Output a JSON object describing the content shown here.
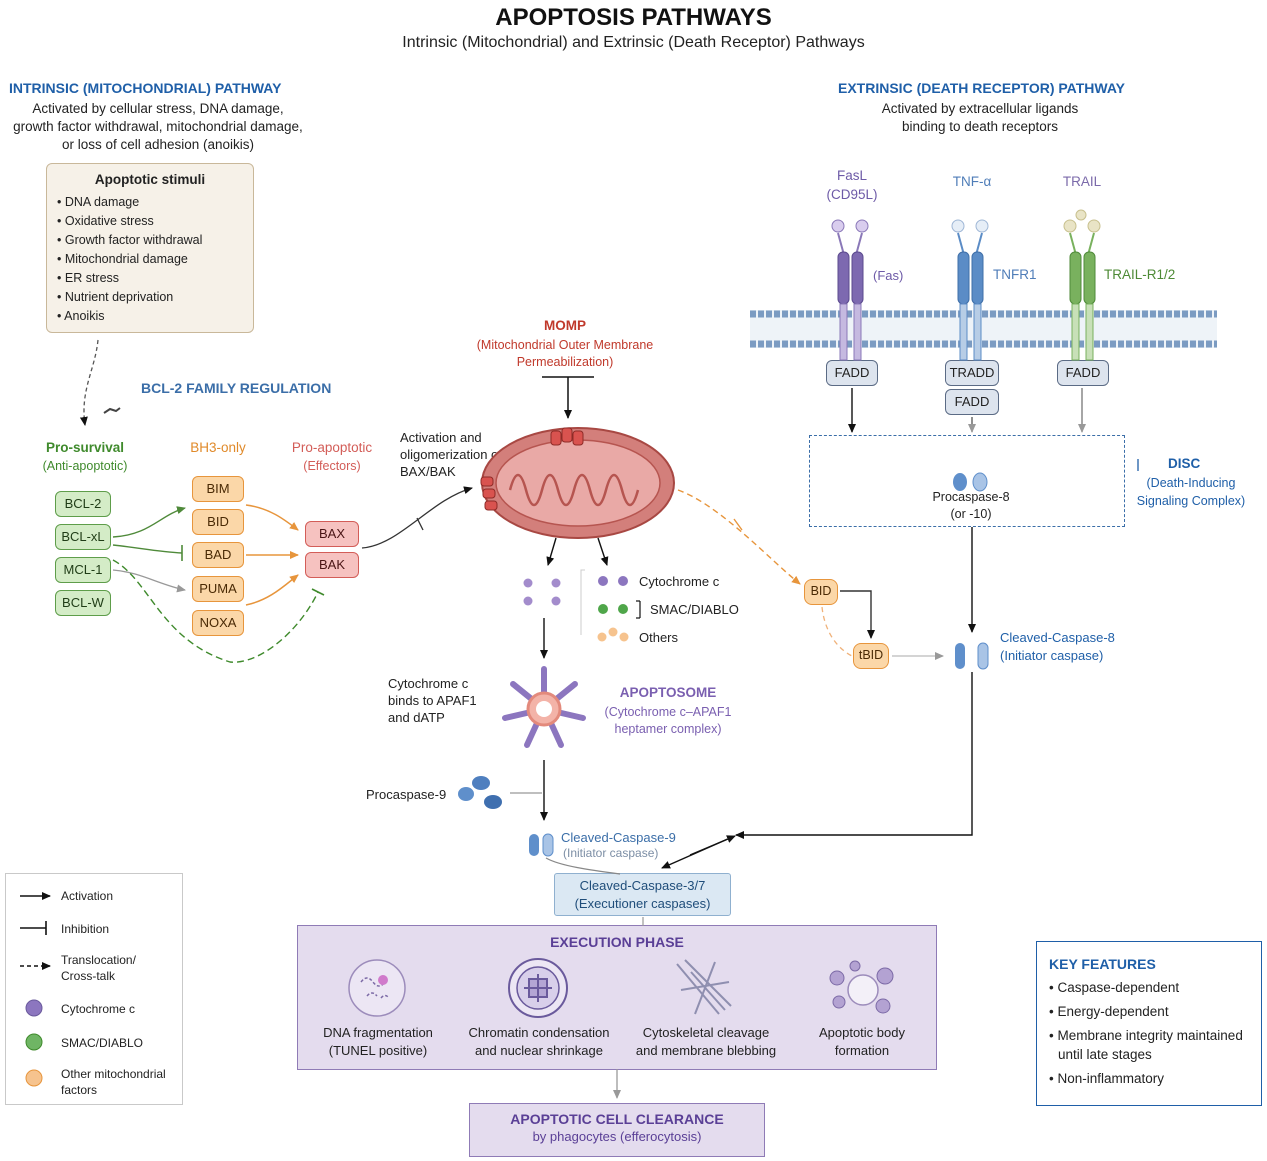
{
  "header": {
    "title": "APOPTOSIS PATHWAYS",
    "subtitle": "Intrinsic (Mitochondrial) and Extrinsic (Death Receptor) Pathways"
  },
  "intrinsic": {
    "title": "INTRINSIC (MITOCHONDRIAL) PATHWAY",
    "desc_lines": [
      "Activated by cellular stress, DNA damage,",
      "growth factor withdrawal, mitochondrial damage,",
      "or loss of cell adhesion (anoikis)"
    ],
    "stimuli_title": "Apoptotic stimuli",
    "stimuli": [
      "DNA damage",
      "Oxidative stress",
      "Growth factor withdrawal",
      "Mitochondrial damage",
      "ER stress",
      "Nutrient deprivation",
      "Anoikis"
    ]
  },
  "bcl2": {
    "title": "BCL-2 FAMILY REGULATION",
    "prosurvival_title": "Pro-survival",
    "prosurvival_sub": "(Anti-apoptotic)",
    "prosurvival": [
      "BCL-2",
      "BCL-xL",
      "MCL-1",
      "BCL-W"
    ],
    "bh3_title": "BH3-only",
    "bh3": [
      "BIM",
      "BID",
      "BAD",
      "PUMA",
      "NOXA"
    ],
    "proapoptotic_title": "Pro-apoptotic",
    "proapoptotic_sub": "(Effectors)",
    "effectors": [
      "BAX",
      "BAK"
    ]
  },
  "mito": {
    "activation_lines": [
      "Activation and",
      "oligomerization of",
      "BAX/BAK"
    ],
    "momp_title": "MOMP",
    "momp_lines": [
      "(Mitochondrial Outer Membrane",
      "Permeabilization)"
    ],
    "released": [
      "Cytochrome c",
      "SMAC/DIABLO",
      "Others"
    ],
    "cyt_binds_lines": [
      "Cytochrome c",
      "binds to APAF1",
      "and dATP"
    ],
    "apoptosome_title": "APOPTOSOME",
    "apoptosome_lines": [
      "(Cytochrome c–APAF1",
      "heptamer complex)"
    ],
    "procaspase9": "Procaspase-9",
    "cleaved9_title": "Cleaved-Caspase-9",
    "cleaved9_sub": "(Initiator caspase)"
  },
  "extrinsic": {
    "title": "EXTRINSIC (DEATH RECEPTOR) PATHWAY",
    "desc_lines": [
      "Activated by extracellular ligands",
      "binding to death receptors"
    ],
    "fasl_lines": [
      "FasL",
      "(CD95L)"
    ],
    "tnf": "TNF-α",
    "trail": "TRAIL",
    "fas_receptor": "(Fas)",
    "tnfr1": "TNFR1",
    "trailr": "TRAIL-R1/2",
    "fadd": "FADD",
    "tradd": "TRADD",
    "disc_title": "DISC",
    "disc_lines": [
      "(Death-Inducing",
      "Signaling Complex)"
    ],
    "procaspase8_lines": [
      "Procaspase-8",
      "(or -10)"
    ],
    "bid": "BID",
    "tbid": "tBID",
    "cleaved8_lines": [
      "Cleaved-Caspase-8",
      "(Initiator caspase)"
    ]
  },
  "executioner": {
    "lines": [
      "Cleaved-Caspase-3/7",
      "(Executioner caspases)"
    ]
  },
  "execution": {
    "title": "EXECUTION PHASE",
    "items": [
      [
        "DNA fragmentation",
        "(TUNEL positive)"
      ],
      [
        "Chromatin condensation",
        "and nuclear shrinkage"
      ],
      [
        "Cytoskeletal cleavage",
        "and membrane blebbing"
      ],
      [
        "Apoptotic body",
        "formation"
      ]
    ]
  },
  "clearance": {
    "title": "APOPTOTIC CELL CLEARANCE",
    "sub": "by phagocytes (efferocytosis)"
  },
  "legend": {
    "items": [
      "Activation",
      "Inhibition",
      "Translocation/ Cross-talk",
      "Cytochrome c",
      "SMAC/DIABLO",
      "Other mitochondrial factors"
    ]
  },
  "key_features": {
    "title": "KEY FEATURES",
    "items": [
      "Caspase-dependent",
      "Energy-dependent",
      "Membrane integrity maintained until late stages",
      "Non-inflammatory"
    ]
  },
  "colors": {
    "intrinsic_blue": "#1f5fa8",
    "prosurvival_green": "#5e9d4a",
    "bh3_orange": "#e7953c",
    "effector_red": "#d35d58",
    "mito_red": "#c0504d",
    "apoptosome_purple": "#7a5fb0",
    "fas_purple": "#8a78b8",
    "tnfr_blue": "#5b8cc6",
    "trail_green": "#79b15e"
  }
}
